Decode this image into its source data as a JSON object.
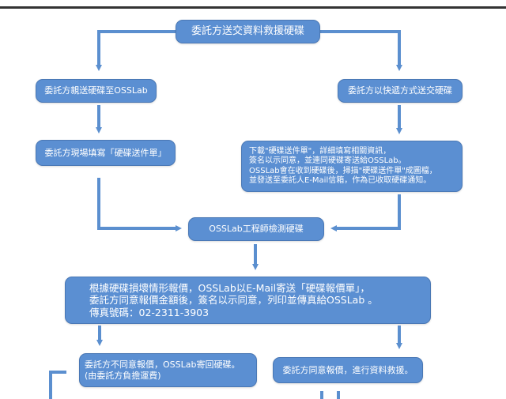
{
  "colors": {
    "box_fill": "#5b8fd2",
    "box_border": "#4a78b5",
    "arrow": "#5b8fcf",
    "text": "#ffffff"
  },
  "nodes": {
    "start": "委託方送交資料救援硬碟",
    "deliver_in_person": "委託方親送硬碟至OSSLab",
    "send_by_courier": "委託方以快遞方式送交硬碟",
    "fill_form_onsite": "委託方現場填寫「硬碟送件單」",
    "courier_instructions": [
      "下載\"硬碟送件單\"，詳細填寫相關資訊，",
      "簽名以示同意，並連同硬碟寄送給OSSLab。",
      "OSSLab會在收到硬碟後，掃描\"硬碟送件單\"成圖檔，",
      "並發送至委託人E-Mail信箱，作為已收取硬碟通知。"
    ],
    "engineer_inspect": "OSSLab工程師檢測硬碟",
    "quote": [
      "根據硬碟損壞情形報價，OSSLab以E-Mail寄送「硬碟報價單」，",
      "委託方同意報價金額後，簽名以示同意，列印並傳真給OSSLab 。",
      "傳真號碼：02-2311-3903"
    ],
    "decline": [
      "委託方不同意報價，OSSLab寄回硬碟。",
      "(由委託方負擔運費)"
    ],
    "accept": "委託方同意報價，進行資料救援。"
  }
}
